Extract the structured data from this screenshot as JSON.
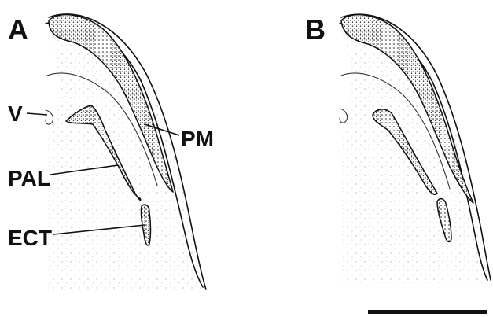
{
  "panels": [
    {
      "letter": "A",
      "labels": {
        "v": "V",
        "pm": "PM",
        "pal": "PAL",
        "ect": "ECT"
      }
    },
    {
      "letter": "B"
    }
  ],
  "colors": {
    "ink": "#111111",
    "background": "#ffffff"
  }
}
